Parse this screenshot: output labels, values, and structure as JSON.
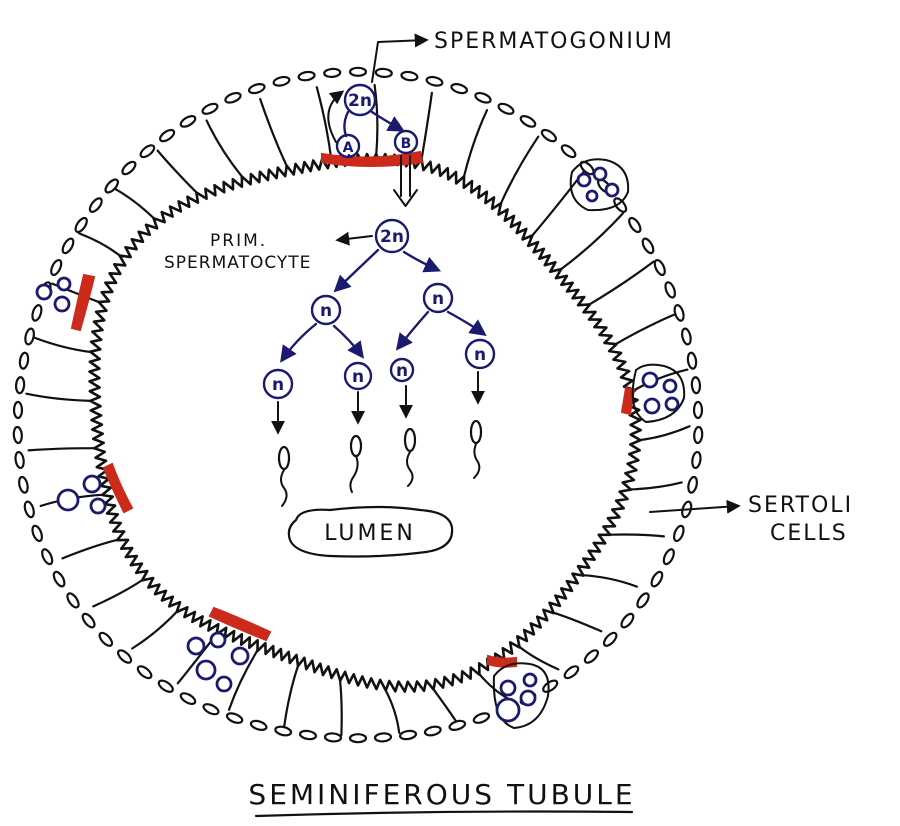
{
  "diagram": {
    "title": "SEMINIFEROUS TUBULE",
    "labels": {
      "spermatogonium": "SPERMATOGONIUM",
      "prim_line1": "PRIM.",
      "prim_line2": "SPERMATOCYTE",
      "sertoli_line1": "SERTOLI",
      "sertoli_line2": "CELLS",
      "lumen": "LUMEN"
    },
    "cells": {
      "spermatogonium": "2n",
      "type_a": "A",
      "type_b": "B",
      "primary_spermatocyte": "2n",
      "secondary_left": "n",
      "secondary_right": "n",
      "spermatid_1": "n",
      "spermatid_2": "n",
      "spermatid_3": "n",
      "spermatid_4": "n"
    },
    "colors": {
      "ink": "#111111",
      "cell_ink": "#1a1a6e",
      "junction_red": "#cc2a1a"
    }
  }
}
